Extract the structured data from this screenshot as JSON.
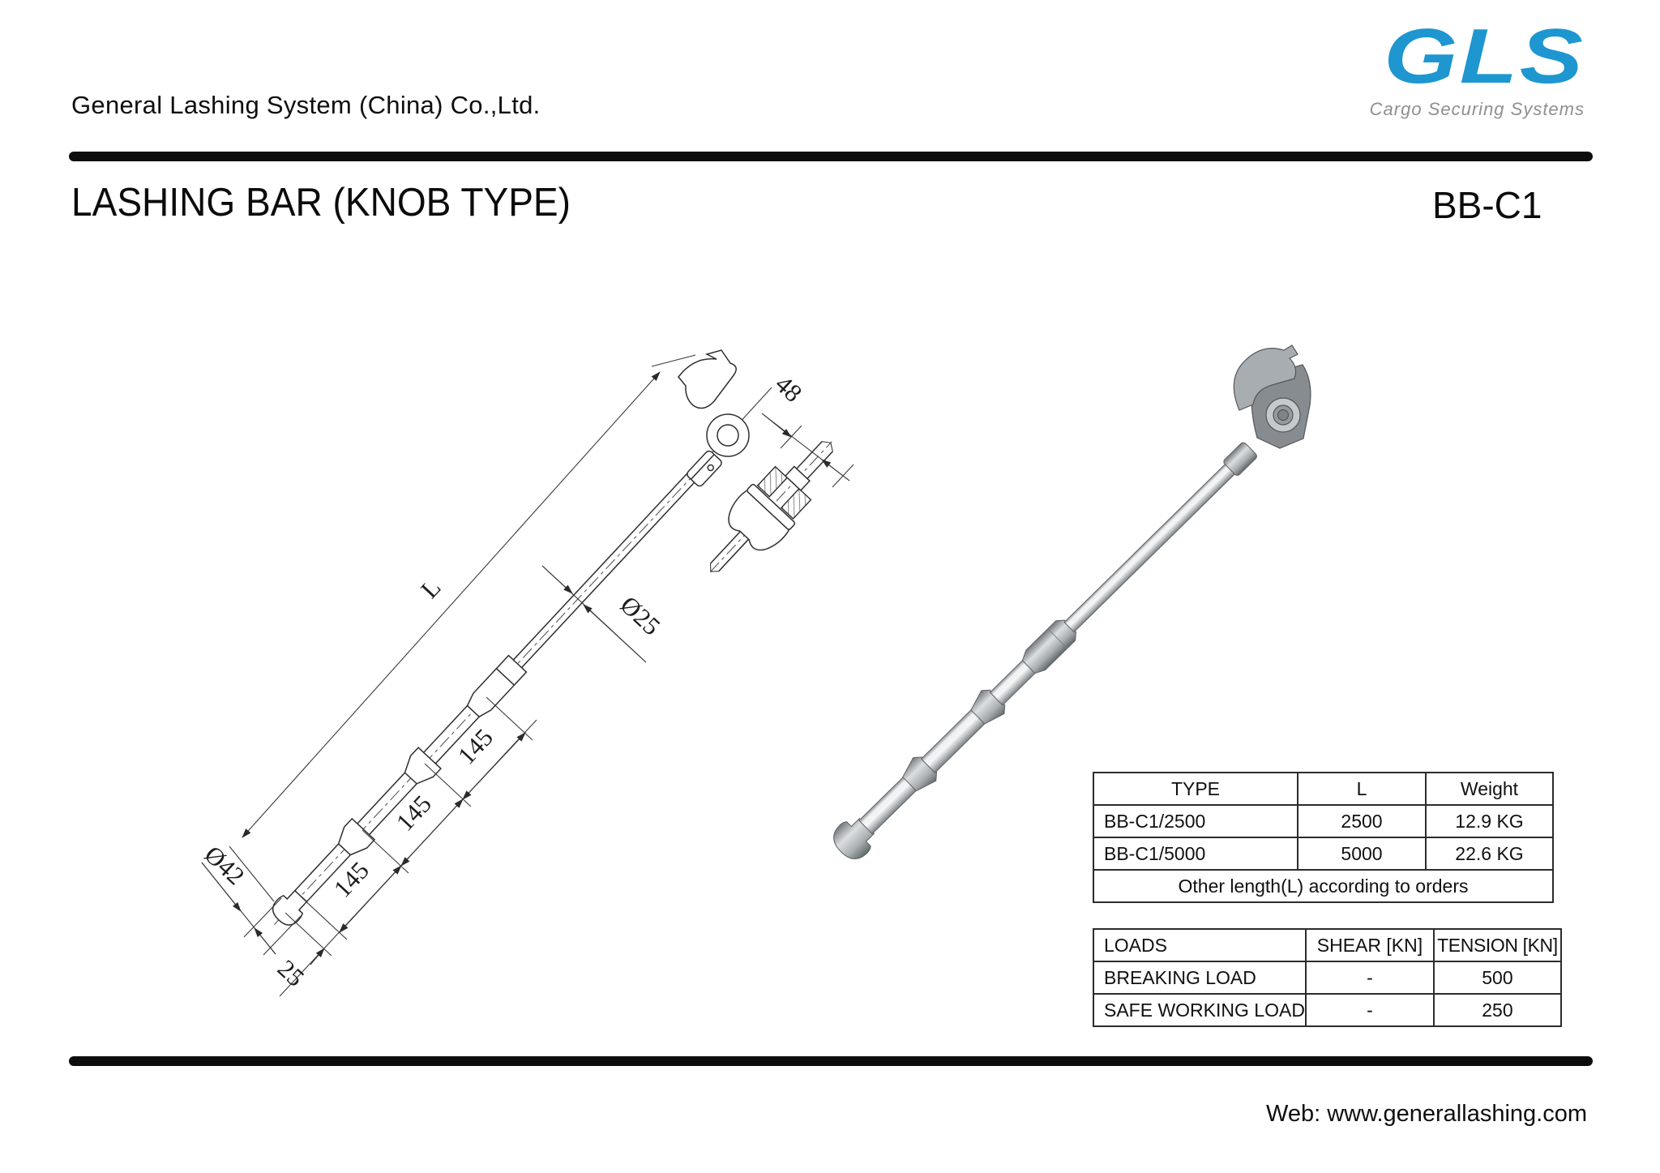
{
  "header": {
    "company_name": "General Lashing System (China) Co.,Ltd.",
    "logo_text": "GLS",
    "logo_tagline": "Cargo Securing Systems",
    "logo_color": "#1e96d0",
    "tagline_color": "#8f8f8f"
  },
  "title_bar": {
    "product_title": "LASHING BAR (KNOB TYPE)",
    "model_code": "BB-C1"
  },
  "drawing": {
    "dims": {
      "length": "L",
      "knob_width": "48",
      "shaft_dia": "Ø25",
      "seg1": "145",
      "seg2": "145",
      "seg3": "145",
      "bar_dia": "Ø42",
      "end_len": "25"
    }
  },
  "spec_table": {
    "headers": [
      "TYPE",
      "L",
      "Weight"
    ],
    "rows": [
      [
        "BB-C1/2500",
        "2500",
        "12.9 KG"
      ],
      [
        "BB-C1/5000",
        "5000",
        "22.6 KG"
      ]
    ],
    "note": "Other length(L) according to orders"
  },
  "loads_table": {
    "headers": [
      "LOADS",
      "SHEAR [KN]",
      "TENSION [KN]"
    ],
    "rows": [
      [
        "BREAKING LOAD",
        "-",
        "500"
      ],
      [
        "SAFE WORKING LOAD",
        "-",
        "250"
      ]
    ]
  },
  "footer": {
    "website": "Web: www.generallashing.com"
  }
}
